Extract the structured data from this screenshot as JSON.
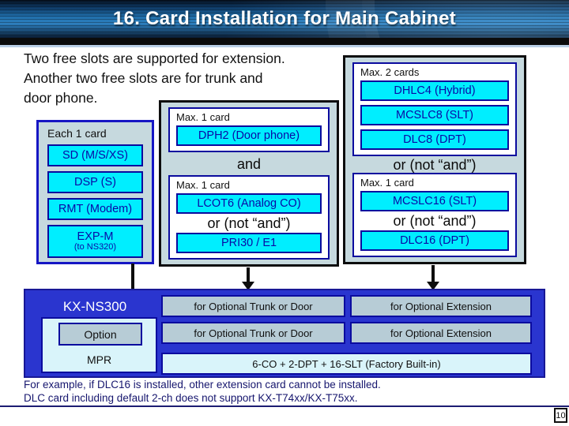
{
  "page": {
    "title": "16. Card Installation for Main Cabinet",
    "page_number": "10"
  },
  "intro": {
    "line1": "Two free slots are supported for extension.",
    "line2": "Another two free slots are for trunk and",
    "line3": "door phone."
  },
  "each_card_box": {
    "label": "Each 1 card",
    "cards": [
      "SD (M/S/XS)",
      "DSP (S)",
      "RMT (Modem)"
    ],
    "exp_card": {
      "name": "EXP-M",
      "sub": "(to NS320)"
    }
  },
  "trunk_box": {
    "group1": {
      "label": "Max. 1 card",
      "cards": [
        "DPH2 (Door phone)"
      ]
    },
    "connector": "and",
    "group2": {
      "label": "Max. 1 card",
      "cards": [
        "LCOT6 (Analog CO)",
        "PRI30 / E1"
      ],
      "connector": "or (not “and”)"
    }
  },
  "extension_box": {
    "group1": {
      "label": "Max. 2 cards",
      "cards": [
        "DHLC4 (Hybrid)",
        "MCSLC8 (SLT)",
        "DLC8 (DPT)"
      ]
    },
    "connector": "or (not “and”)",
    "group2": {
      "label": "Max. 1 card",
      "cards": [
        "MCSLC16 (SLT)",
        "DLC16 (DPT)"
      ],
      "connector": "or (not “and”)"
    }
  },
  "cabinet_panel": {
    "model": "KX-NS300",
    "option_label": "Option",
    "mpr_label": "MPR",
    "row1": {
      "trunk": "for Optional Trunk or Door",
      "extension": "for Optional Extension"
    },
    "row2": {
      "trunk": "for Optional Trunk or Door",
      "extension": "for Optional Extension"
    },
    "mpr_row": "6-CO + 2-DPT + 16-SLT (Factory Built-in)"
  },
  "note": {
    "line1": "For example, if DLC16 is installed, other extension card cannot be installed.",
    "line2": "DLC card including default 2-ch does not support KX-T74xx/KX-T75xx."
  },
  "colors": {
    "card_cyan": "#00eeff",
    "navy_border": "#0b0b9e",
    "box_background": "#c6d9de",
    "panel_blue": "#2a35cf",
    "slot_box_gray": "#b7ccd6",
    "pale_cyan": "#d9f4fa",
    "note_text": "#16166e",
    "title_text": "#ffffff"
  }
}
